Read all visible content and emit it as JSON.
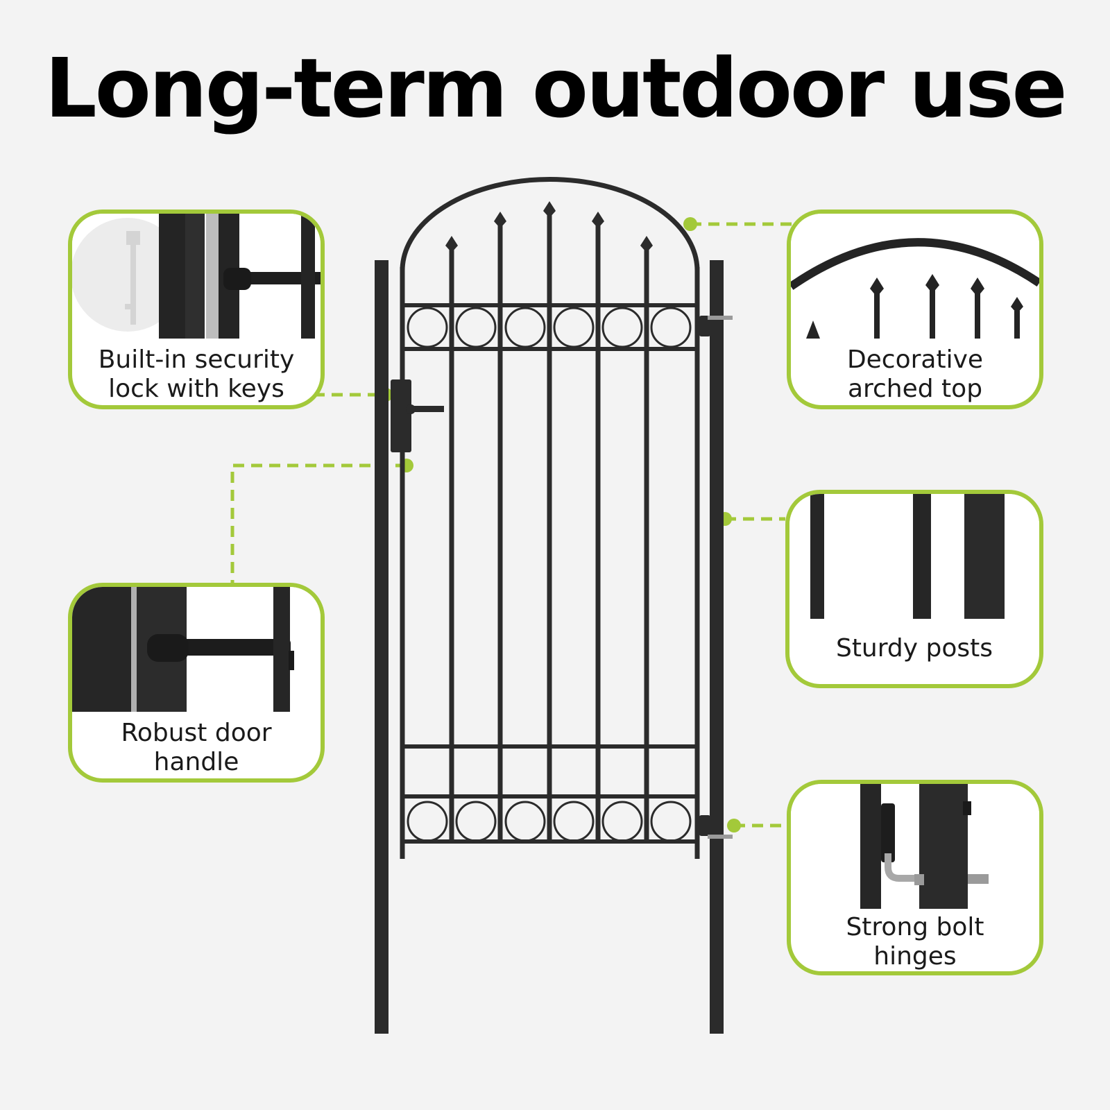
{
  "page": {
    "title": "Long-term outdoor use"
  },
  "colors": {
    "accent": "#a3c93a",
    "metal": "#2b2b2b",
    "background": "#f3f3f3"
  },
  "callouts": {
    "lock": {
      "label_line1": "Built-in security",
      "label_line2": "lock with keys",
      "icon": "lock-key-icon"
    },
    "arch": {
      "label_line1": "Decorative",
      "label_line2": "arched top",
      "icon": "spear-finial-icon"
    },
    "handle": {
      "label_line1": "Robust door",
      "label_line2": "handle",
      "icon": "door-handle-icon"
    },
    "posts": {
      "label_line1": "Sturdy posts",
      "icon": "post-icon"
    },
    "hinges": {
      "label_line1": "Strong bolt",
      "label_line2": "hinges",
      "icon": "hinge-icon"
    }
  }
}
